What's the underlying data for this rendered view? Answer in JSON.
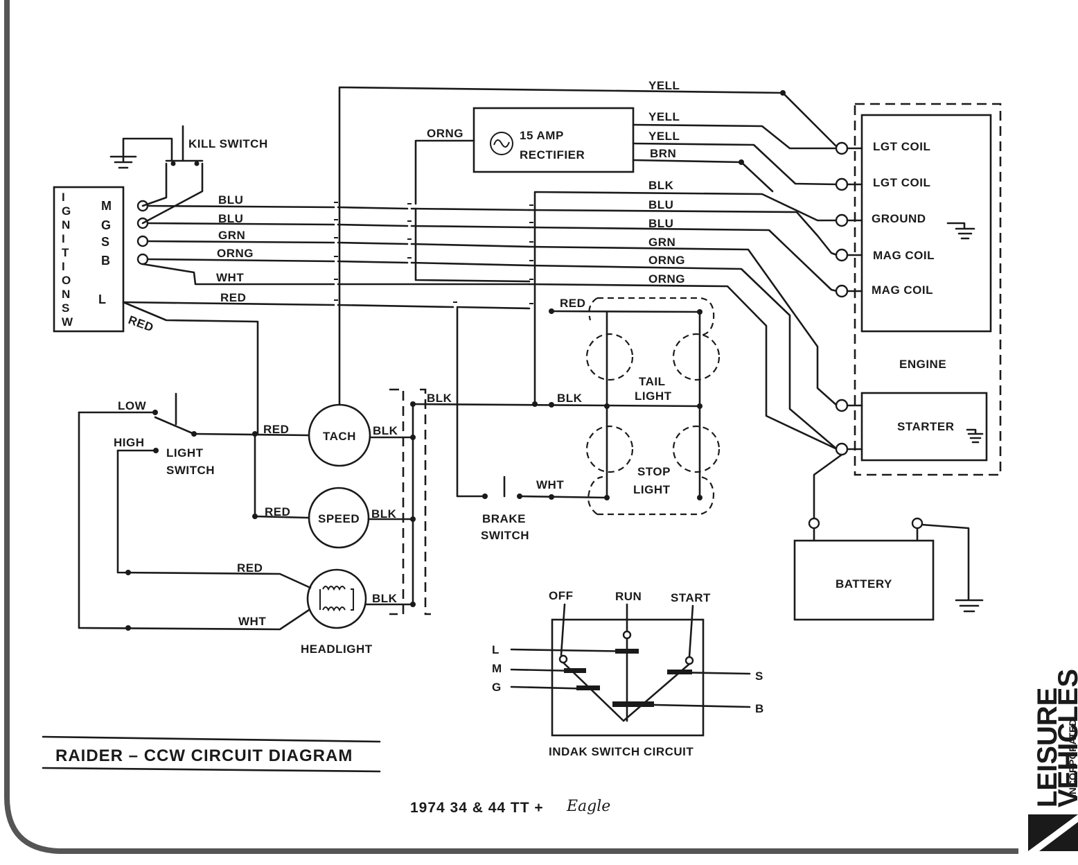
{
  "diagram": {
    "title": "RAIDER – CCW  CIRCUIT DIAGRAM",
    "model_line": "1974 34 & 44 TT +",
    "handwritten_note": "Eagle",
    "ignition_switch": {
      "vertical_label": [
        "I",
        "G",
        "N",
        "I",
        "T",
        "I",
        "O",
        "N",
        "S",
        "W"
      ],
      "terminals": [
        "M",
        "G",
        "S",
        "B",
        "L"
      ]
    },
    "kill_switch": "KILL SWITCH",
    "rectifier": {
      "line1": "15 AMP",
      "line2": "RECTIFIER"
    },
    "engine": {
      "label": "ENGINE",
      "terminals": [
        "LGT COIL",
        "LGT COIL",
        "GROUND",
        "MAG COIL",
        "MAG COIL"
      ],
      "starter": "STARTER"
    },
    "battery": "BATTERY",
    "light_switch": {
      "low": "LOW",
      "high": "HIGH",
      "line1": "LIGHT",
      "line2": "SWITCH"
    },
    "gauges": {
      "tach": "TACH",
      "speed": "SPEED"
    },
    "headlight": "HEADLIGHT",
    "tail_light": {
      "line1": "TAIL",
      "line2": "LIGHT"
    },
    "stop_light": {
      "line1": "STOP",
      "line2": "LIGHT"
    },
    "brake_switch": {
      "line1": "BRAKE",
      "line2": "SWITCH"
    },
    "wire_colors": {
      "yell_top": "YELL",
      "yell_1": "YELL",
      "yell_2": "YELL",
      "brn": "BRN",
      "orng_rect": "ORNG",
      "blk_right": "BLK",
      "blu_right_1": "BLU",
      "blu_right_2": "BLU",
      "grn_right": "GRN",
      "orng_right_1": "ORNG",
      "orng_right_2": "ORNG",
      "blu_left_1": "BLU",
      "blu_left_2": "BLU",
      "grn_left": "GRN",
      "orng_left": "ORNG",
      "wht_left": "WHT",
      "red_left": "RED",
      "red_diag": "RED",
      "red_tail": "RED",
      "red_tach": "RED",
      "red_speed": "RED",
      "red_head": "RED",
      "wht_head": "WHT",
      "blk_tach": "BLK",
      "blk_speed": "BLK",
      "blk_head": "BLK",
      "blk_mid1": "BLK",
      "blk_mid2": "BLK",
      "wht_brake": "WHT"
    },
    "indak": {
      "label": "INDAK SWITCH CIRCUIT",
      "positions": [
        "OFF",
        "RUN",
        "START"
      ],
      "left_terminals": [
        "L",
        "M",
        "G"
      ],
      "right_terminals": [
        "S",
        "B"
      ]
    },
    "logo": {
      "line1": "LEISURE",
      "line2": "VEHICLES",
      "line3": "INCORPORATED"
    }
  }
}
